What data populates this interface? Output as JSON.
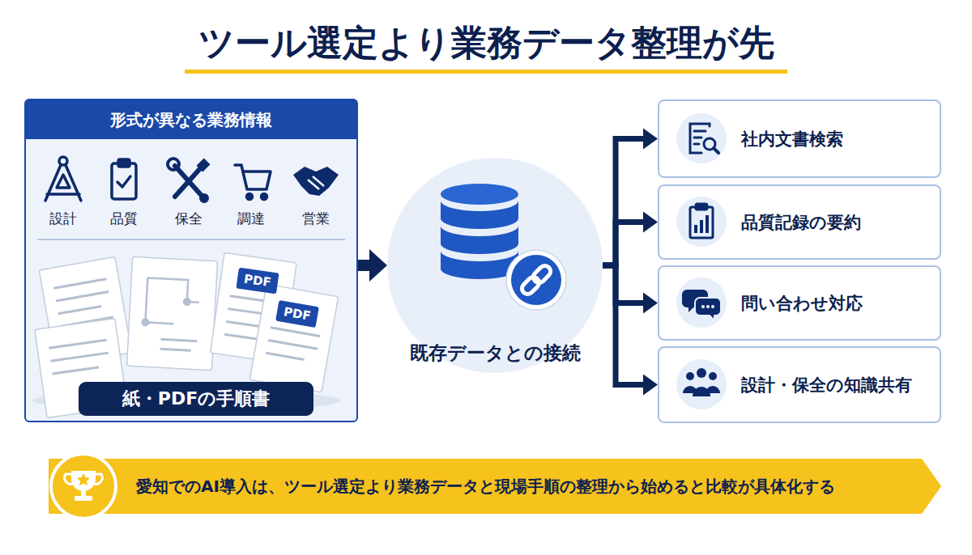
{
  "diagram": {
    "title": "ツール選定より業務データ整理が先",
    "nodes": [
      {
        "text": [
          "形式が異なる業務情報"
        ]
      },
      {
        "text": [
          "PDF"
        ],
        "in": 0
      },
      {
        "text": [
          "PDF"
        ],
        "in": 0
      },
      {
        "text": [
          "紙・PDFの手順書"
        ],
        "in": 0
      },
      {
        "text": [
          "既存データとの接続"
        ]
      },
      {
        "text": [
          "社内文書検索"
        ]
      },
      {
        "text": [
          "品質記録の要約"
        ]
      },
      {
        "text": [
          "問い合わせ対応"
        ]
      },
      {
        "text": [
          "設計・保全の知識共有"
        ]
      },
      {
        "text": [
          "愛知でのAI導入は、ツール選定より業務データと現場手順の整理から始めると比較が具体化する"
        ]
      }
    ],
    "edges": [
      {
        "from": 0,
        "to": 4,
        "arrow": "to"
      },
      {
        "from": 4,
        "to": 5,
        "arrow": "to"
      },
      {
        "from": 4,
        "to": 6,
        "arrow": "to"
      },
      {
        "from": 4,
        "to": 7,
        "arrow": "to"
      },
      {
        "from": 4,
        "to": 8,
        "arrow": "to"
      }
    ],
    "labels": [
      "設計",
      "品質",
      "保全",
      "調達",
      "営業"
    ]
  }
}
